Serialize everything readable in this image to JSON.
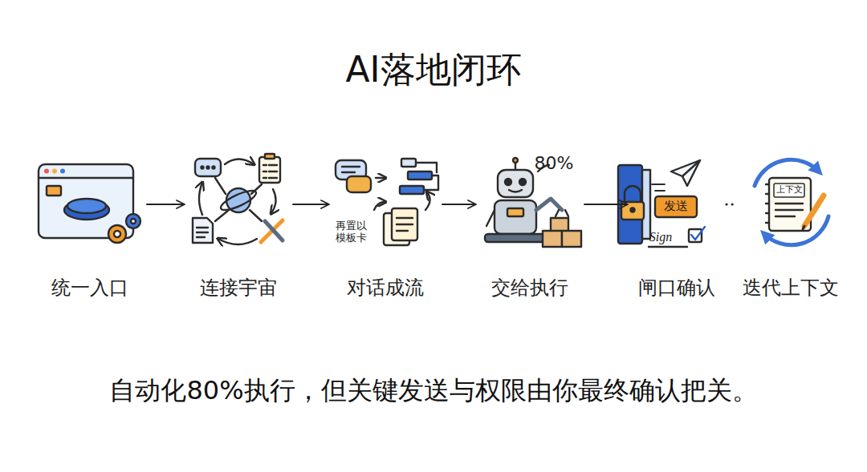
{
  "diagram": {
    "title": "AI落地闭环",
    "caption": "自动化80%执行，但关键发送与权限由你最终确认把关。",
    "nodes": [
      {
        "text": [
          "统一入口"
        ]
      },
      {
        "text": [
          "连接宇宙"
        ]
      },
      {
        "text": [
          "对话成流"
        ]
      },
      {
        "text": [
          "交给执行"
        ]
      },
      {
        "text": [
          "闸口确认"
        ]
      },
      {
        "text": [
          "迭代上下文"
        ]
      }
    ],
    "edges": [
      {
        "from": 0,
        "to": 1,
        "arrow": "to"
      },
      {
        "from": 1,
        "to": 2,
        "arrow": "to"
      },
      {
        "from": 2,
        "to": 3,
        "arrow": "to"
      },
      {
        "from": 3,
        "to": 4,
        "arrow": "to"
      },
      {
        "from": 4,
        "to": 5,
        "arrow": "none"
      }
    ],
    "labels": [
      "再置以 模板卡",
      "80%",
      "发送",
      "Sign",
      "上下文"
    ]
  }
}
